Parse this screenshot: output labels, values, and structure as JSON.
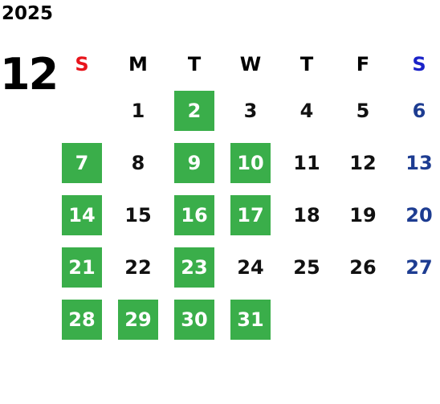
{
  "header": {
    "year": "2025",
    "month": "12"
  },
  "weekdays": [
    "S",
    "M",
    "T",
    "W",
    "T",
    "F",
    "S"
  ],
  "colors": {
    "sunday_header": "#e8141b",
    "saturday_header": "#1a22c8",
    "saturday_date": "#1d3c91",
    "highlight": "#3aae4a"
  },
  "weeks": [
    [
      {
        "label": "",
        "highlight": false
      },
      {
        "label": "1",
        "highlight": false
      },
      {
        "label": "2",
        "highlight": true
      },
      {
        "label": "3",
        "highlight": false
      },
      {
        "label": "4",
        "highlight": false
      },
      {
        "label": "5",
        "highlight": false
      },
      {
        "label": "6",
        "highlight": false
      }
    ],
    [
      {
        "label": "7",
        "highlight": true
      },
      {
        "label": "8",
        "highlight": false
      },
      {
        "label": "9",
        "highlight": true
      },
      {
        "label": "10",
        "highlight": true
      },
      {
        "label": "11",
        "highlight": false
      },
      {
        "label": "12",
        "highlight": false
      },
      {
        "label": "13",
        "highlight": false
      }
    ],
    [
      {
        "label": "14",
        "highlight": true
      },
      {
        "label": "15",
        "highlight": false
      },
      {
        "label": "16",
        "highlight": true
      },
      {
        "label": "17",
        "highlight": true
      },
      {
        "label": "18",
        "highlight": false
      },
      {
        "label": "19",
        "highlight": false
      },
      {
        "label": "20",
        "highlight": false
      }
    ],
    [
      {
        "label": "21",
        "highlight": true
      },
      {
        "label": "22",
        "highlight": false
      },
      {
        "label": "23",
        "highlight": true
      },
      {
        "label": "24",
        "highlight": false
      },
      {
        "label": "25",
        "highlight": false
      },
      {
        "label": "26",
        "highlight": false
      },
      {
        "label": "27",
        "highlight": false
      }
    ],
    [
      {
        "label": "28",
        "highlight": true
      },
      {
        "label": "29",
        "highlight": true
      },
      {
        "label": "30",
        "highlight": true
      },
      {
        "label": "31",
        "highlight": true
      },
      {
        "label": "",
        "highlight": false
      },
      {
        "label": "",
        "highlight": false
      },
      {
        "label": "",
        "highlight": false
      }
    ]
  ]
}
